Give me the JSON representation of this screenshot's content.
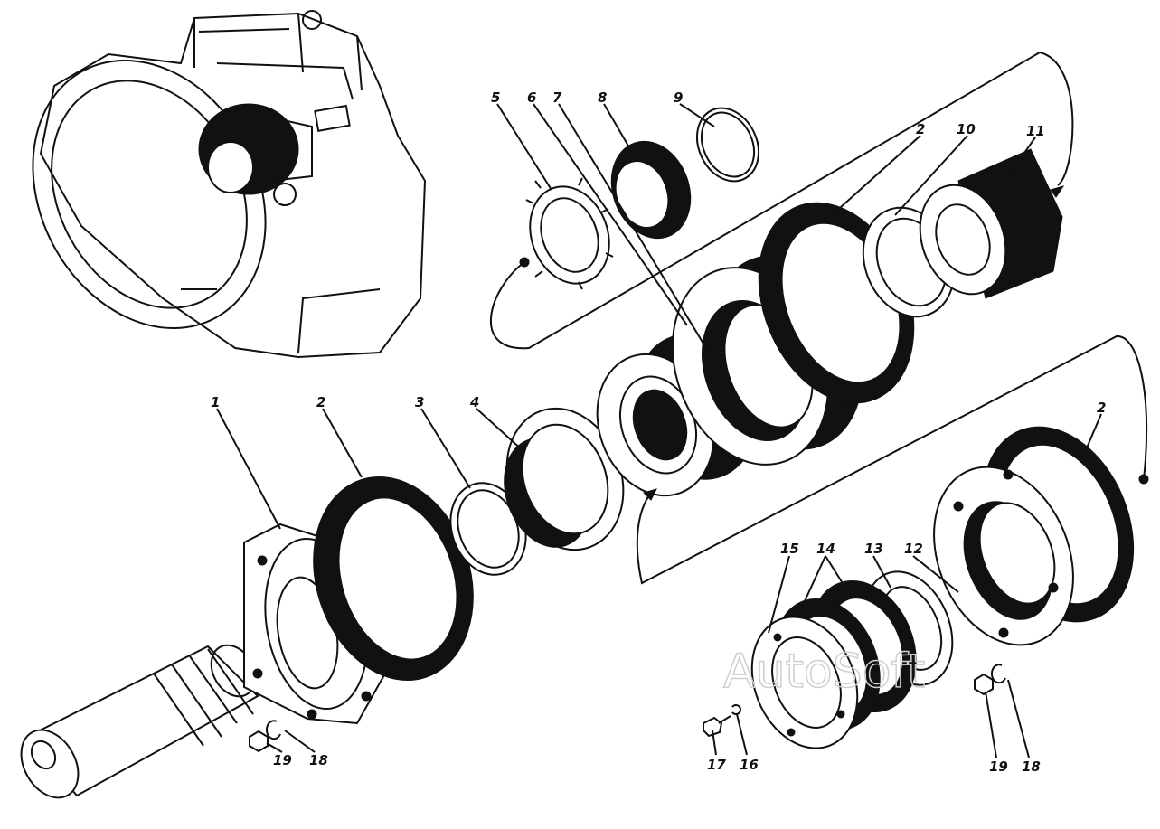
{
  "diagram": {
    "labels": [
      "1",
      "2",
      "3",
      "4",
      "5",
      "6",
      "7",
      "8",
      "9",
      "2",
      "10",
      "11",
      "2",
      "12",
      "13",
      "14",
      "15",
      "16",
      "17",
      "19",
      "18",
      "19",
      "18"
    ],
    "watermark": "AutoSoft"
  },
  "colors": {
    "ink": "#111111",
    "paper": "#ffffff",
    "watermark": "#cfcfcf"
  }
}
